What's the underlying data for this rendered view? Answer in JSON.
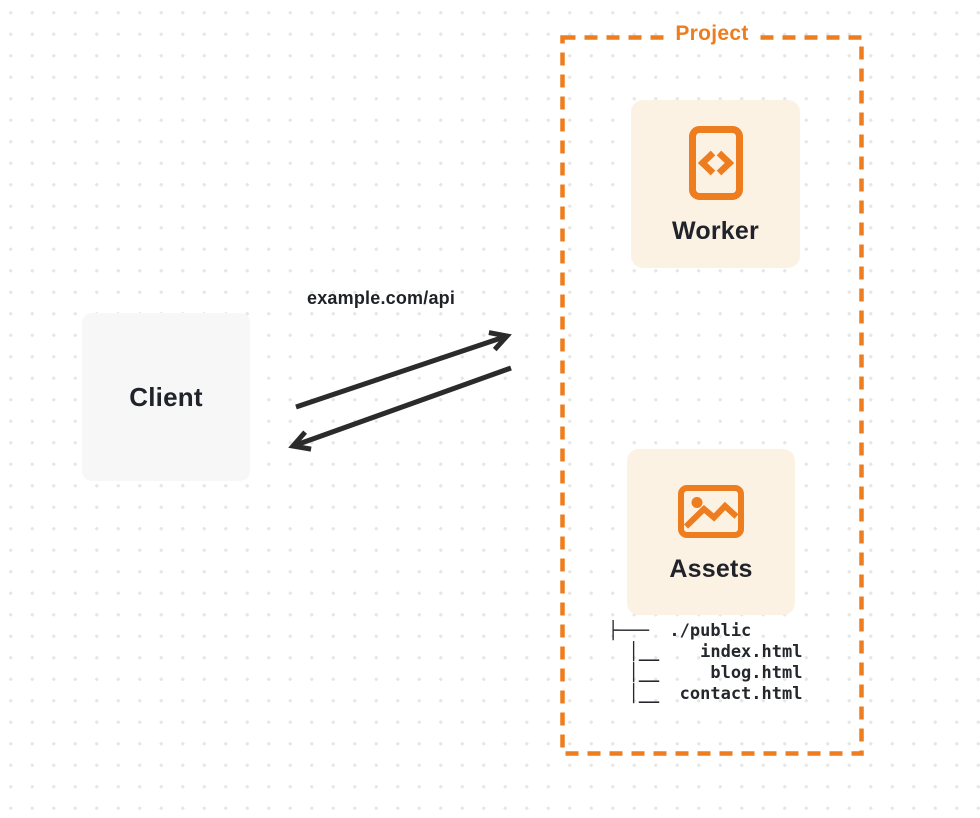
{
  "colors": {
    "accent": "#ED7D1F",
    "card_bg": "#FCF2E4",
    "client_bg": "#F7F7F8",
    "arrow": "#2B2B2B",
    "text_dark": "#20242A",
    "dot": "#E7E7E7"
  },
  "client": {
    "label": "Client"
  },
  "request": {
    "label": "example.com/api"
  },
  "project": {
    "label": "Project",
    "worker": {
      "label": "Worker",
      "icon": "code-file-icon"
    },
    "assets": {
      "label": "Assets",
      "icon": "image-icon"
    },
    "file_tree": {
      "lines": [
        "├───  ./public",
        "  │__    index.html",
        "  │__     blog.html",
        "  │__  contact.html"
      ]
    }
  }
}
